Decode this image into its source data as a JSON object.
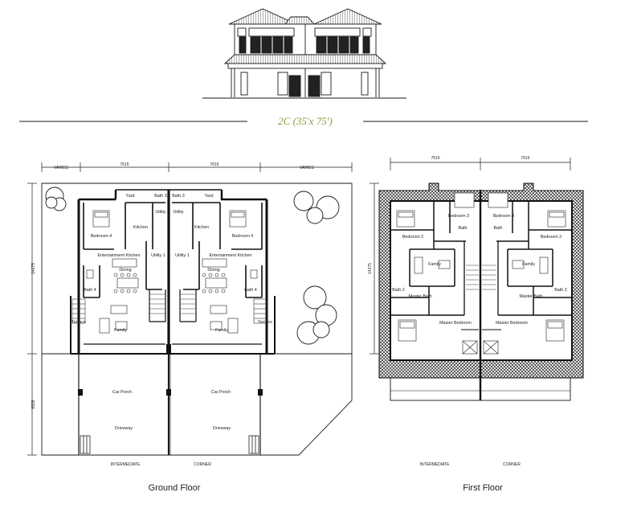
{
  "title": "2C (35'x 75')",
  "colors": {
    "title": "#8b9a3a",
    "line": "#1a1a1a"
  },
  "ground_floor": {
    "caption": "Ground Floor",
    "dimensions": {
      "top": [
        "VARIES",
        "7615",
        "7615",
        "VARIES"
      ],
      "left": [
        "14275",
        "8535"
      ]
    },
    "rooms": {
      "yard_left": "Yard",
      "bath3_left": "Bath 3",
      "bath3_right": "Bath 3",
      "yard_right": "Yard",
      "utility_left": "Utility",
      "utility_right": "Utility",
      "bedroom4_left": "Bedroom 4",
      "kitchen_left": "Kitchen",
      "kitchen_right": "Kitchen",
      "bedroom4_right": "Bedroom 4",
      "ent_kitchen_left": "Entertainment Kitchen",
      "utility1_left": "Utility 1",
      "utility1_right": "Utility 1",
      "ent_kitchen_right": "Entertainment Kitchen",
      "dining_left": "Dining",
      "dining_right": "Dining",
      "bath4_left": "Bath 4",
      "bath4_right": "Bath 4",
      "terrace_left": "Terrace",
      "family_left": "Family",
      "family_right": "Family",
      "terrace_right": "Terrace",
      "porch_left": "Car Porch",
      "porch_right": "Car Porch",
      "driveway_left": "Driveway",
      "driveway_right": "Driveway"
    },
    "labels": {
      "intermediate": "INTERMEDIATE",
      "corner": "CORNER"
    }
  },
  "first_floor": {
    "caption": "First Floor",
    "dimensions": {
      "top": [
        "7615",
        "7615"
      ],
      "left": "14275"
    },
    "rooms": {
      "bedroom3_left": "Bedroom 3",
      "bedroom3_right": "Bedroom 3",
      "bedroom2_left": "Bedroom 2",
      "bath_left": "Bath",
      "bath_right": "Bath",
      "bedroom2_right": "Bedroom 2",
      "family_left": "Family",
      "family_right": "Family",
      "bath2_left": "Bath 2",
      "bath2_right": "Bath 2",
      "master_bath_left": "Master Bath",
      "master_bath_right": "Master Bath",
      "master_bedroom_left": "Master Bedroom",
      "master_bedroom_right": "Master Bedroom"
    },
    "labels": {
      "intermediate": "INTERMEDIATE",
      "corner": "CORNER"
    }
  }
}
